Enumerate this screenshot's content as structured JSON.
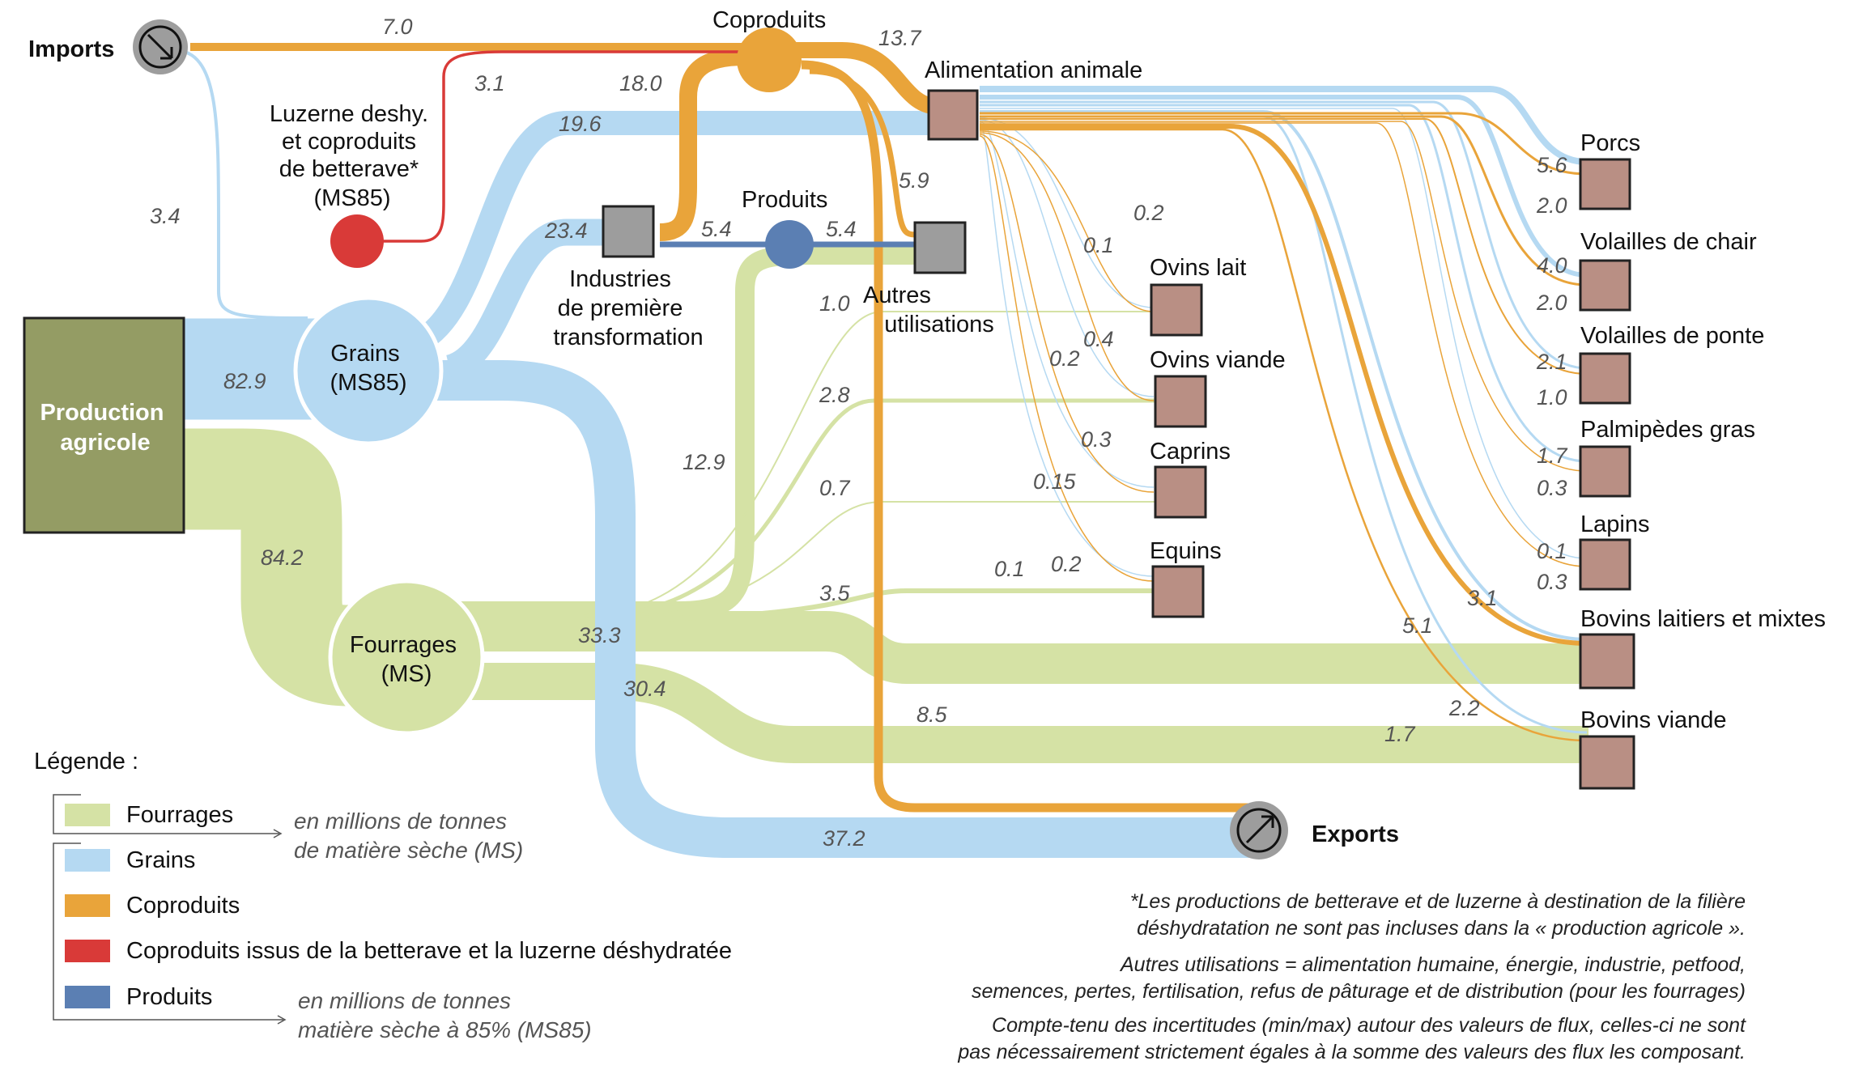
{
  "colors": {
    "fourrages": "#d5e2a5",
    "grains": "#b5d9f2",
    "coproduits": "#e9a43a",
    "coproduits_betterave": "#d93a38",
    "produits": "#5b7fb3",
    "production_box": "#949c64",
    "livestock_box": "#b98f84",
    "gray_box": "#9d9d9d"
  },
  "nodes": {
    "imports": "Imports",
    "coproduits": "Coproduits",
    "alimentation": "Alimentation animale",
    "luzerne": [
      "Luzerne deshy.",
      "et coproduits",
      "de betterave*",
      "(MS85)"
    ],
    "production": [
      "Production",
      "agricole"
    ],
    "grains": [
      "Grains",
      "(MS85)"
    ],
    "fourrages": [
      "Fourrages",
      "(MS)"
    ],
    "industries": [
      "Industries",
      "de première",
      "transformation"
    ],
    "produits": "Produits",
    "autres": [
      "Autres",
      "utilisations"
    ],
    "exports": "Exports"
  },
  "livestock": [
    {
      "label": "Porcs",
      "grains": "5.6",
      "coproduits": "2.0"
    },
    {
      "label": "Volailles de chair",
      "grains": "4.0",
      "coproduits": "2.0"
    },
    {
      "label": "Volailles de ponte",
      "grains": "2.1",
      "coproduits": "1.0"
    },
    {
      "label": "Palmipèdes gras",
      "grains": "1.7",
      "coproduits": "0.3"
    },
    {
      "label": "Lapins",
      "grains": "0.1",
      "coproduits": "0.3"
    },
    {
      "label": "Bovins laitiers et mixtes",
      "grains": "3.1",
      "coproduits": "5.1"
    },
    {
      "label": "Bovins viande",
      "grains": "2.2",
      "coproduits": "1.7"
    },
    {
      "label": "Ovins lait",
      "grains": "0.1",
      "coproduits": "0.2"
    },
    {
      "label": "Ovins viande",
      "grains": "0.4",
      "coproduits": "0.2"
    },
    {
      "label": "Caprins",
      "grains": "0.15",
      "coproduits": "0.3"
    },
    {
      "label": "Equins",
      "grains": "0.1",
      "coproduits": "0.2"
    }
  ],
  "flows": {
    "imports_coproduits": "7.0",
    "imports_grains": "3.4",
    "luzerne_coproduits": "3.1",
    "industries_coproduits": "18.0",
    "coproduits_alimentation": "13.7",
    "grains_alimentation": "19.6",
    "grains_industries": "23.4",
    "industries_produits": "5.4",
    "produits_autres": "5.4",
    "coproduits_autres": "5.9",
    "coproduits_exports": "8.5",
    "production_grains": "82.9",
    "production_fourrages": "84.2",
    "grains_exports": "37.2",
    "fourrages_autres": "12.9",
    "fourrages_ovins_lait": "1.0",
    "fourrages_ovins_viande": "2.8",
    "fourrages_caprins": "0.7",
    "fourrages_equins": "3.5",
    "fourrages_bovins_laitiers": "33.3",
    "fourrages_bovins_viande": "30.4"
  },
  "legend": {
    "title": "Légende :",
    "items": [
      "Fourrages",
      "Grains",
      "Coproduits",
      "Coproduits issus de la betterave et la luzerne déshydratée",
      "Produits"
    ],
    "unit_ms": [
      "en millions de tonnes",
      "de matière sèche (MS)"
    ],
    "unit_ms85": [
      "en millions de tonnes",
      "matière sèche à 85% (MS85)"
    ]
  },
  "notes": [
    "*Les productions de betterave et de luzerne à destination de la filière",
    "déshydratation ne sont pas incluses dans la « production agricole ».",
    "Autres utilisations = alimentation humaine, énergie, industrie, petfood,",
    "semences, pertes, fertilisation, refus de pâturage et de distribution (pour les fourrages)",
    "Compte-tenu des incertitudes (min/max) autour des valeurs de flux, celles-ci ne sont",
    "pas nécessairement strictement égales à la somme des valeurs des flux les composant."
  ]
}
